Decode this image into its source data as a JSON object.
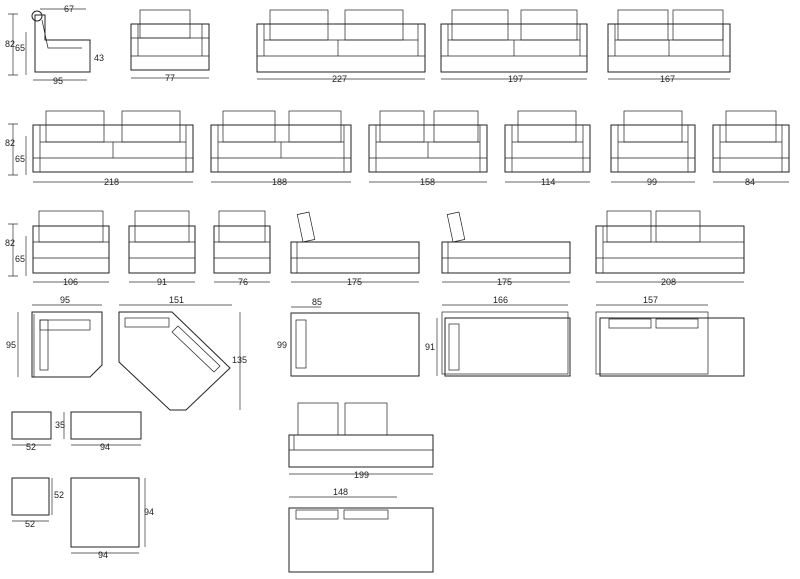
{
  "title": "",
  "side_view": {
    "height_total": "82",
    "height_arm": "65",
    "depth": "67",
    "seat_height": "43",
    "width": "95"
  },
  "row1_widths": [
    "77",
    "227",
    "197",
    "167"
  ],
  "row2": {
    "height_total": "82",
    "height_arm": "65",
    "widths": [
      "218",
      "188",
      "158",
      "114",
      "99",
      "84"
    ]
  },
  "row3": {
    "height_total": "82",
    "height_arm": "65",
    "widths": [
      "106",
      "91",
      "76",
      "175",
      "175",
      "208"
    ]
  },
  "plans": {
    "corner_width": "95",
    "corner_depth": "95",
    "angled_width": "151",
    "angled_depth": "135",
    "chaise_width": "85",
    "chaise_depth": "99",
    "chaise2_width": "166",
    "chaise2_depth": "91",
    "plan_width": "157"
  },
  "pouf": {
    "small_width": "52",
    "height": "35",
    "long_width": "94",
    "small_depth": "52",
    "large_width": "94",
    "large_depth": "94"
  },
  "bed_sofa": {
    "width": "199",
    "plan_width": "148"
  }
}
